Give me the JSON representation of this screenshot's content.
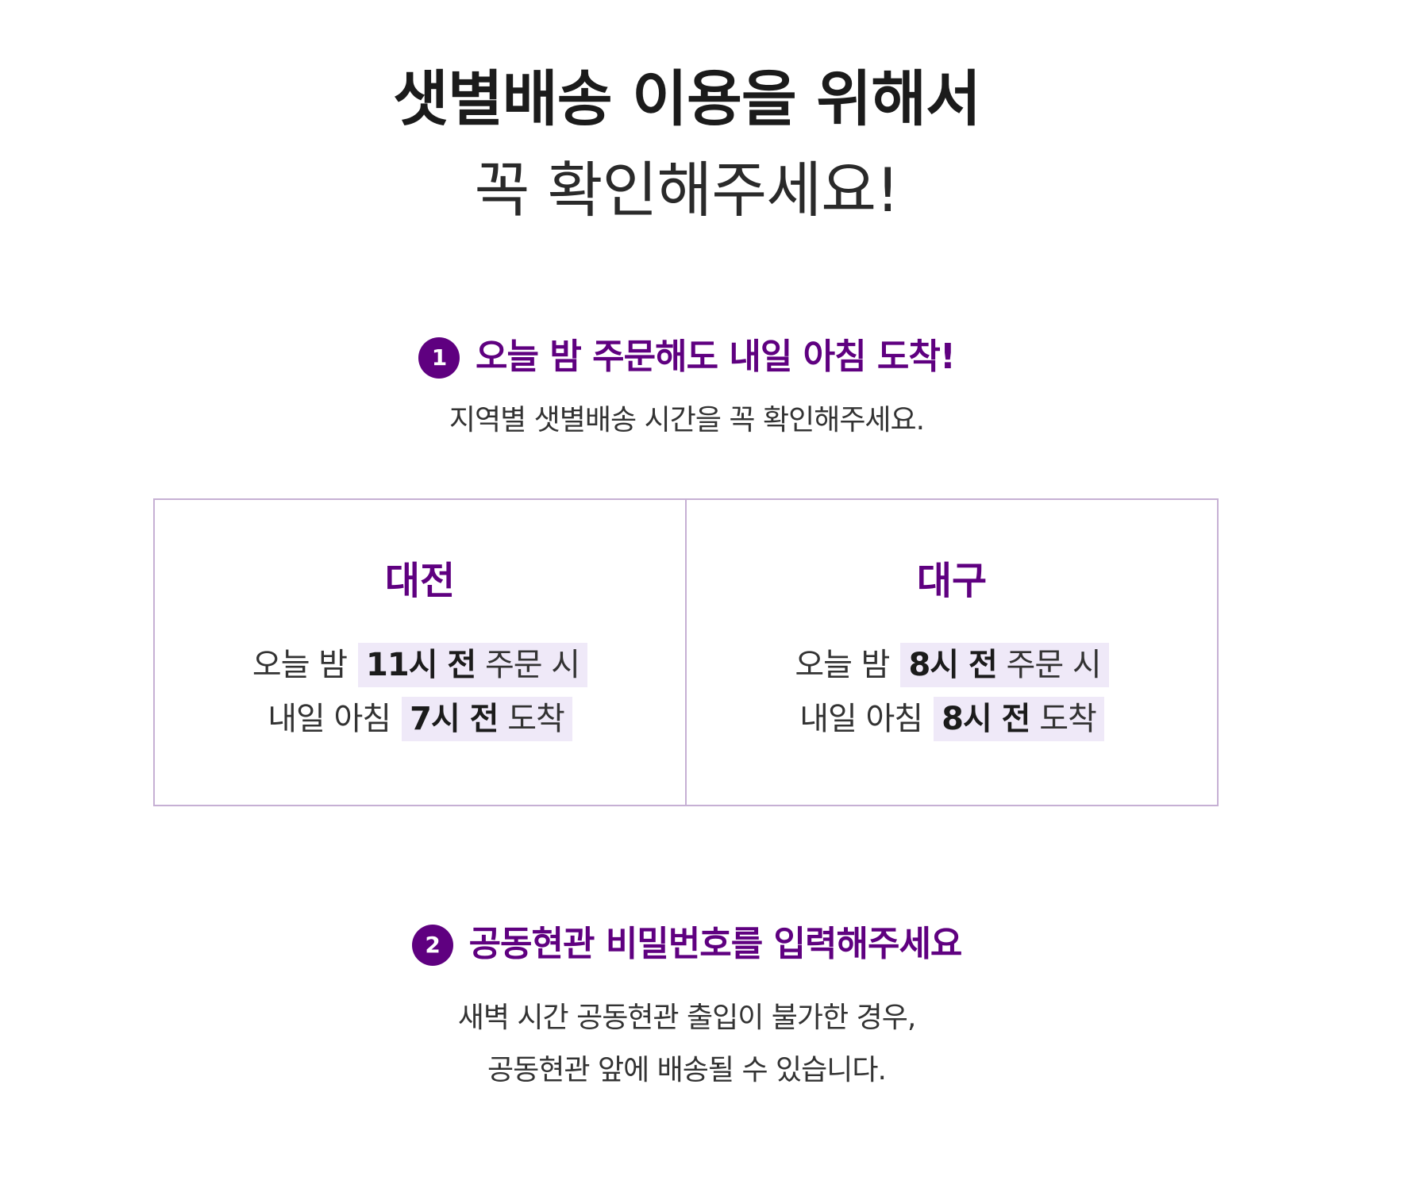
{
  "header": {
    "title_bold": "샛별배송 이용을 위해서",
    "title_light": "꼭 확인해주세요!"
  },
  "sections": [
    {
      "number": "1",
      "title": "오늘 밤 주문해도 내일 아침 도착!",
      "description_lines": [
        "지역별 샛별배송 시간을 꼭 확인해주세요."
      ]
    },
    {
      "number": "2",
      "title": "공동현관 비밀번호를 입력해주세요",
      "description_lines": [
        "새벽 시간 공동현관 출입이 불가한 경우,",
        "공동현관 앞에 배송될 수 있습니다."
      ]
    }
  ],
  "regions": [
    {
      "name": "대전",
      "order": {
        "prefix": "오늘 밤",
        "time": "11시 전",
        "suffix": "주문 시"
      },
      "arrival": {
        "prefix": "내일 아침",
        "time": "7시 전",
        "suffix": "도착"
      }
    },
    {
      "name": "대구",
      "order": {
        "prefix": "오늘 밤",
        "time": "8시 전",
        "suffix": "주문 시"
      },
      "arrival": {
        "prefix": "내일 아침",
        "time": "8시 전",
        "suffix": "도착"
      }
    }
  ],
  "colors": {
    "accent": "#5f0080",
    "highlight": "#efe9f8",
    "border": "#c6b0d4"
  }
}
